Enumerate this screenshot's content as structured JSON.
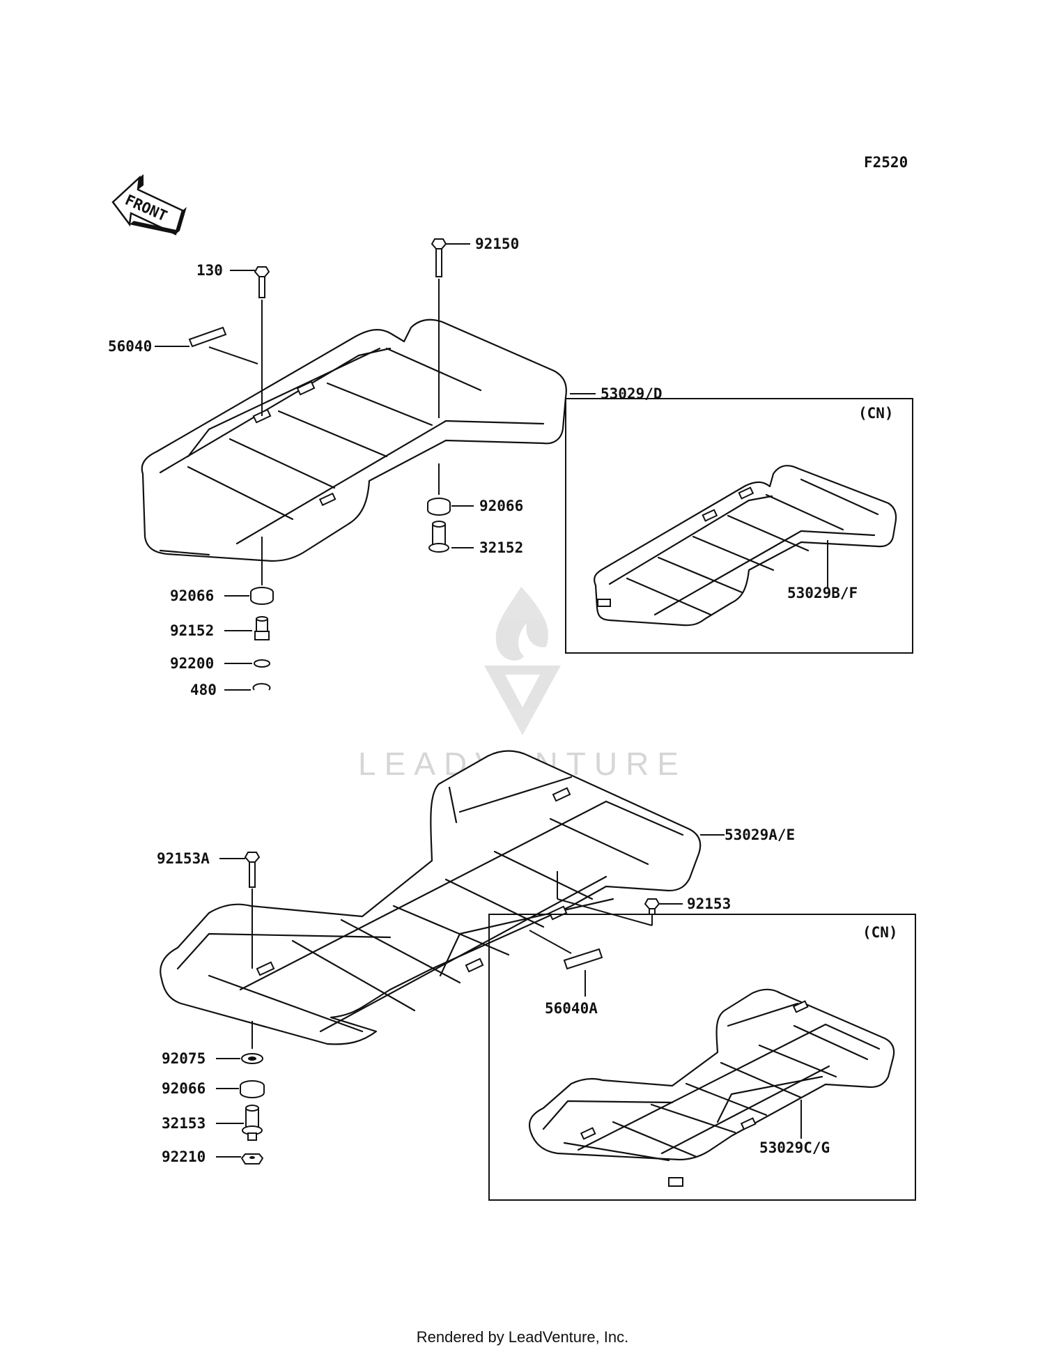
{
  "diagram_code": "F2520",
  "front_arrow_label": "FRONT",
  "watermark_text": "LEADVENTURE",
  "region_labels": [
    "(CN)",
    "(CN)"
  ],
  "labels": {
    "l130": "130",
    "l92150": "92150",
    "l56040": "56040",
    "l53029D": "53029/D",
    "l92066a": "92066",
    "l32152": "32152",
    "l53029BF": "53029B/F",
    "l92066b": "92066",
    "l92152": "92152",
    "l92200": "92200",
    "l480": "480",
    "l53029AE": "53029A/E",
    "l92153A": "92153A",
    "l92153": "92153",
    "l56040A": "56040A",
    "l92075": "92075",
    "l92066c": "92066",
    "l32153": "32153",
    "l92210": "92210",
    "l53029CG": "53029C/G"
  },
  "footer": "Rendered by LeadVenture, Inc."
}
